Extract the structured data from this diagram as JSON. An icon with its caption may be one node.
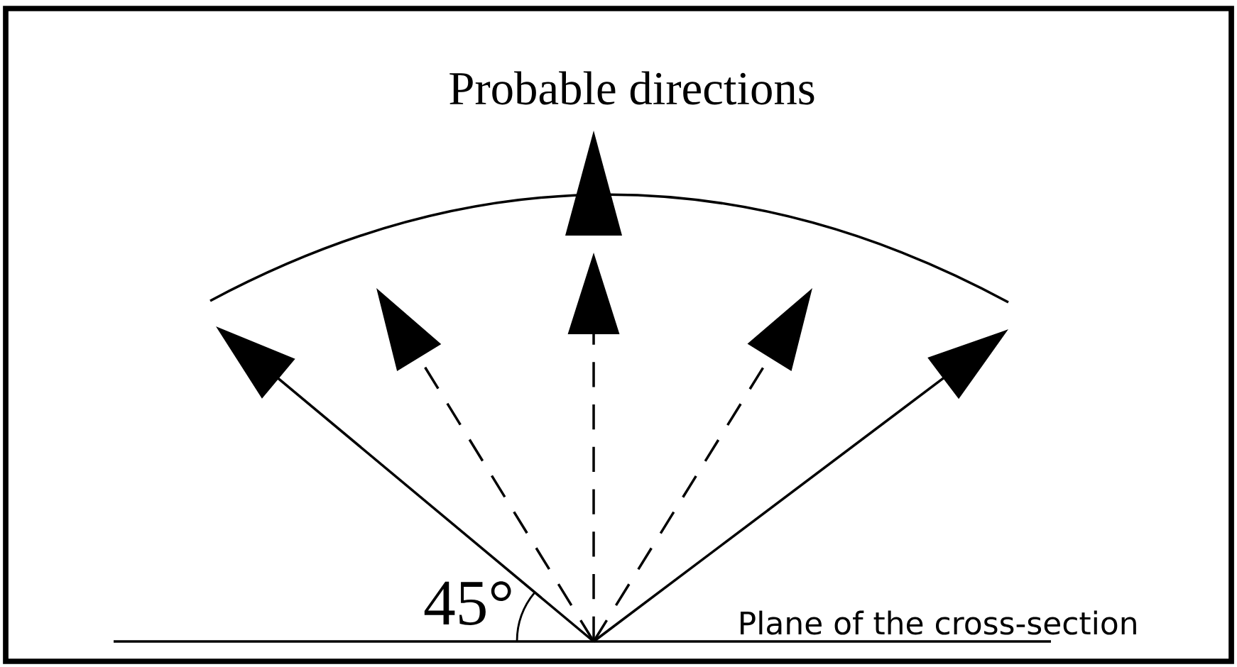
{
  "diagram": {
    "title": "Probable directions",
    "labels": [
      "45°",
      "Plane of the cross-section"
    ]
  }
}
